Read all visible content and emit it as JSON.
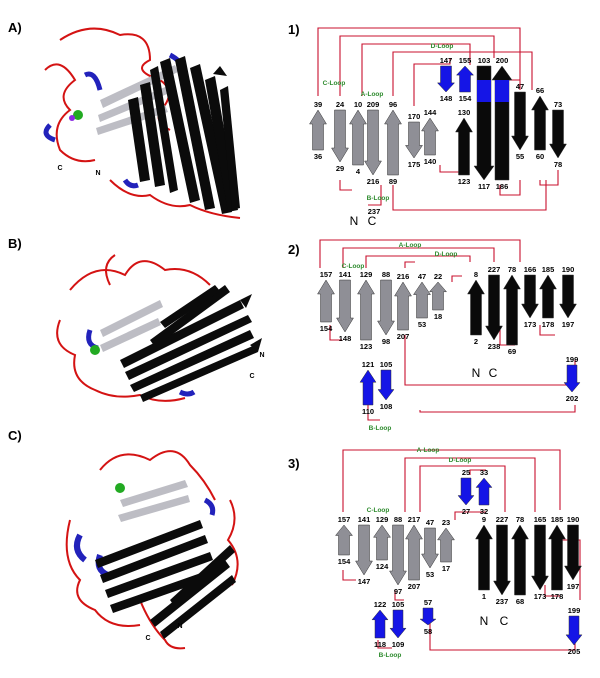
{
  "panels": {
    "A": {
      "label": "A)",
      "n": "N",
      "c": "C"
    },
    "B": {
      "label": "B)",
      "n": "N",
      "c": "C"
    },
    "C": {
      "label": "C)",
      "n": "N",
      "c": "C"
    }
  },
  "topologies": {
    "t1": {
      "label": "1)",
      "loops": {
        "a": "A-Loop",
        "b": "B-Loop",
        "c": "C-Loop",
        "d": "D-Loop"
      },
      "terminals": {
        "n": "N",
        "c": "C"
      },
      "strands": [
        {
          "top": "39",
          "bottom": "36",
          "dir": "up",
          "color": "gray"
        },
        {
          "top": "24",
          "bottom": "29",
          "dir": "down",
          "color": "gray"
        },
        {
          "top": "10",
          "bottom": "4",
          "dir": "up",
          "color": "gray"
        },
        {
          "top": "209",
          "bottom": "216",
          "dir": "down",
          "color": "gray"
        },
        {
          "top": "96",
          "bottom": "89",
          "dir": "up",
          "color": "gray"
        },
        {
          "top": "170",
          "bottom": "175",
          "dir": "down",
          "color": "gray"
        },
        {
          "top": "144",
          "bottom": "140",
          "dir": "up",
          "color": "gray"
        },
        {
          "top": "147",
          "bottom": "148",
          "dir": "down",
          "color": "blue"
        },
        {
          "top": "155",
          "bottom": "154",
          "dir": "up",
          "color": "blue"
        },
        {
          "top": "130",
          "bottom": "123",
          "dir": "up",
          "color": "black"
        },
        {
          "top": "103",
          "bottom": "117",
          "dir": "down",
          "color": "black"
        },
        {
          "top": "200",
          "bottom": "186",
          "dir": "up",
          "color": "black"
        },
        {
          "top": "47",
          "bottom": "55",
          "dir": "down",
          "color": "black"
        },
        {
          "top": "66",
          "bottom": "60",
          "dir": "up",
          "color": "black"
        },
        {
          "top": "73",
          "bottom": "78",
          "dir": "down",
          "color": "black"
        }
      ],
      "extra": [
        "237"
      ]
    },
    "t2": {
      "label": "2)",
      "loops": {
        "a": "A-Loop",
        "b": "B-Loop",
        "c": "C-Loop",
        "d": "D-Loop"
      },
      "terminals": {
        "n": "N",
        "c": "C"
      },
      "strands": [
        {
          "top": "157",
          "bottom": "154",
          "dir": "up",
          "color": "gray"
        },
        {
          "top": "141",
          "bottom": "148",
          "dir": "down",
          "color": "gray"
        },
        {
          "top": "129",
          "bottom": "123",
          "dir": "up",
          "color": "gray"
        },
        {
          "top": "88",
          "bottom": "98",
          "dir": "down",
          "color": "gray"
        },
        {
          "top": "216",
          "bottom": "207",
          "dir": "up",
          "color": "gray"
        },
        {
          "top": "47",
          "bottom": "53",
          "dir": "up",
          "color": "gray"
        },
        {
          "top": "22",
          "bottom": "18",
          "dir": "up",
          "color": "gray"
        },
        {
          "top": "8",
          "bottom": "2",
          "dir": "up",
          "color": "black"
        },
        {
          "top": "227",
          "bottom": "238",
          "dir": "down",
          "color": "black"
        },
        {
          "top": "78",
          "bottom": "69",
          "dir": "up",
          "color": "black"
        },
        {
          "top": "166",
          "bottom": "173",
          "dir": "down",
          "color": "black"
        },
        {
          "top": "185",
          "bottom": "178",
          "dir": "up",
          "color": "black"
        },
        {
          "top": "190",
          "bottom": "197",
          "dir": "down",
          "color": "black"
        }
      ],
      "blue": [
        {
          "top": "121",
          "bottom": "110",
          "dir": "up"
        },
        {
          "top": "105",
          "bottom": "108",
          "dir": "down"
        },
        {
          "top": "199",
          "bottom": "202",
          "dir": "down"
        }
      ]
    },
    "t3": {
      "label": "3)",
      "loops": {
        "a": "A-Loop",
        "b": "B-Loop",
        "c": "C-Loop",
        "d": "D-Loop"
      },
      "terminals": {
        "n": "N",
        "c": "C"
      },
      "strands": [
        {
          "top": "157",
          "bottom": "154",
          "dir": "up",
          "color": "gray"
        },
        {
          "top": "141",
          "bottom": "147",
          "dir": "down",
          "color": "gray"
        },
        {
          "top": "129",
          "bottom": "124",
          "dir": "up",
          "color": "gray"
        },
        {
          "top": "88",
          "bottom": "97",
          "dir": "down",
          "color": "gray"
        },
        {
          "top": "217",
          "bottom": "207",
          "dir": "up",
          "color": "gray"
        },
        {
          "top": "47",
          "bottom": "53",
          "dir": "down",
          "color": "gray"
        },
        {
          "top": "23",
          "bottom": "17",
          "dir": "up",
          "color": "gray"
        },
        {
          "top": "9",
          "bottom": "1",
          "dir": "up",
          "color": "black"
        },
        {
          "top": "227",
          "bottom": "237",
          "dir": "down",
          "color": "black"
        },
        {
          "top": "78",
          "bottom": "68",
          "dir": "up",
          "color": "black"
        },
        {
          "top": "165",
          "bottom": "173",
          "dir": "down",
          "color": "black"
        },
        {
          "top": "185",
          "bottom": "178",
          "dir": "up",
          "color": "black"
        },
        {
          "top": "190",
          "bottom": "197",
          "dir": "down",
          "color": "black"
        }
      ],
      "blue": [
        {
          "top": "25",
          "bottom": "27",
          "dir": "down"
        },
        {
          "top": "33",
          "bottom": "32",
          "dir": "up"
        },
        {
          "top": "122",
          "bottom": "118",
          "dir": "up"
        },
        {
          "top": "105",
          "bottom": "109",
          "dir": "down"
        },
        {
          "top": "57",
          "bottom": "58",
          "dir": "down"
        },
        {
          "top": "199",
          "bottom": "205",
          "dir": "down"
        }
      ]
    }
  },
  "colors": {
    "gray": "#8f8f96",
    "black": "#0a0a0a",
    "blue": "#1515e6",
    "loop_red": "#c8102e",
    "loop_text": "#2e8b2e"
  }
}
